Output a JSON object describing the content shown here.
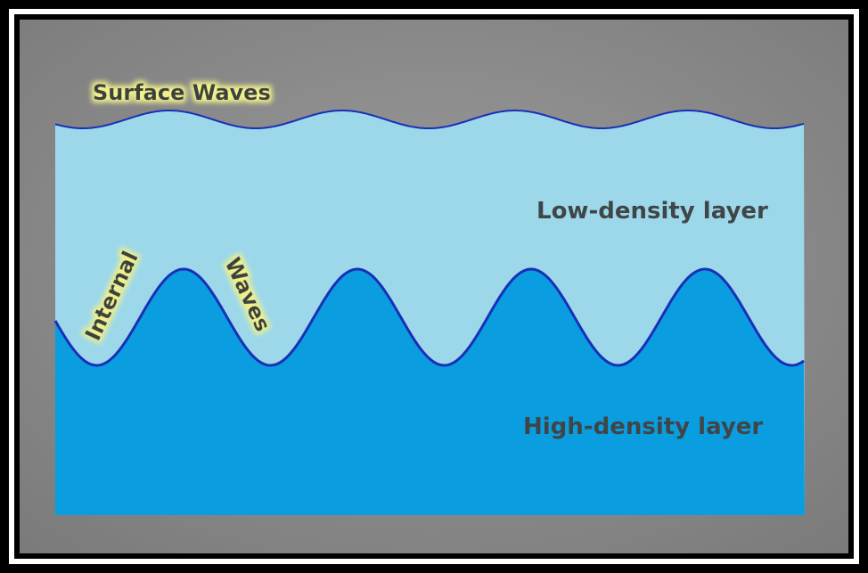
{
  "diagram": {
    "labels": {
      "surface_waves": "Surface Waves",
      "internal": "Internal",
      "waves": "Waves",
      "low_density": "Low-density layer",
      "high_density": "High-density layer"
    },
    "colors": {
      "outer_border": "#000000",
      "inner_frame": "#ffffff",
      "panel_center": "#9b9b9b",
      "panel_edge": "#7a7a7a",
      "low_density_fill": "#9cd8ea",
      "high_density_fill": "#0a9ee0",
      "wave_line": "#1a2fb8",
      "label_glow": "#f1f08a",
      "label_text": "#404648"
    },
    "waves": {
      "surface": {
        "wavelength_units": 1.0,
        "cycles": 4
      },
      "internal": {
        "wavelength_units": 1.0,
        "cycles": 4
      }
    }
  }
}
